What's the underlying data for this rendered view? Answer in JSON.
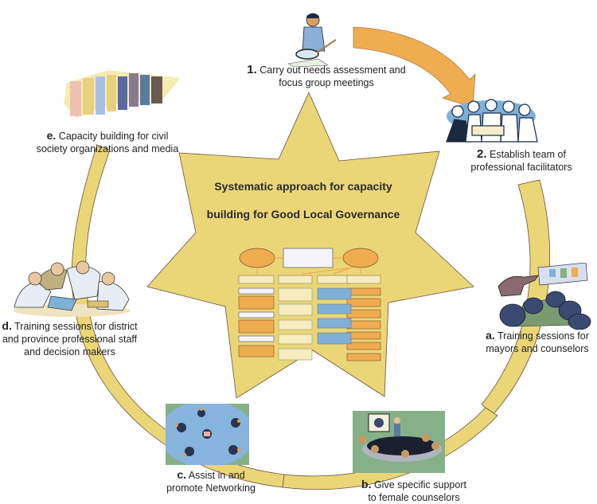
{
  "center": {
    "title_line1": "Systematic approach for capacity",
    "title_line2": "building for Good Local Governance"
  },
  "steps": [
    {
      "id": "1",
      "marker": "1.",
      "text_line1": "Carry out needs assessment and",
      "text_line2": "focus group meetings",
      "icon": "person-with-magnifying-glass"
    },
    {
      "id": "2",
      "marker": "2.",
      "text_line1": "Establish team of",
      "text_line2": "professional facilitators",
      "icon": "team-holding-certificate"
    },
    {
      "id": "a",
      "marker": "a.",
      "text_line1": "Training sessions for",
      "text_line2": "mayors and counselors",
      "icon": "meeting-presentation"
    },
    {
      "id": "b",
      "marker": "b.",
      "text_line1": "Give specific support",
      "text_line2": "to female counselors",
      "icon": "classroom-presentation"
    },
    {
      "id": "c",
      "marker": "c.",
      "text_line1": "Assist in and",
      "text_line2": "promote Networking",
      "icon": "network-of-people"
    },
    {
      "id": "d",
      "marker": "d.",
      "text_line1": "Training sessions for district",
      "text_line2": "and province professional staff",
      "text_line3": "and decision makers",
      "icon": "group-at-laptop"
    },
    {
      "id": "e",
      "marker": "e.",
      "text_line1": "Capacity building for civil",
      "text_line2": "society organizations and media",
      "icon": "crowd-of-people"
    }
  ],
  "colors": {
    "ring": "#ead676",
    "star": "#ead676",
    "arrow": "#f0ac50",
    "outline": "#6b5040",
    "box_orange": "#f0ac50",
    "box_cream": "#f6ecc0",
    "box_blue": "#7fb0d8"
  }
}
